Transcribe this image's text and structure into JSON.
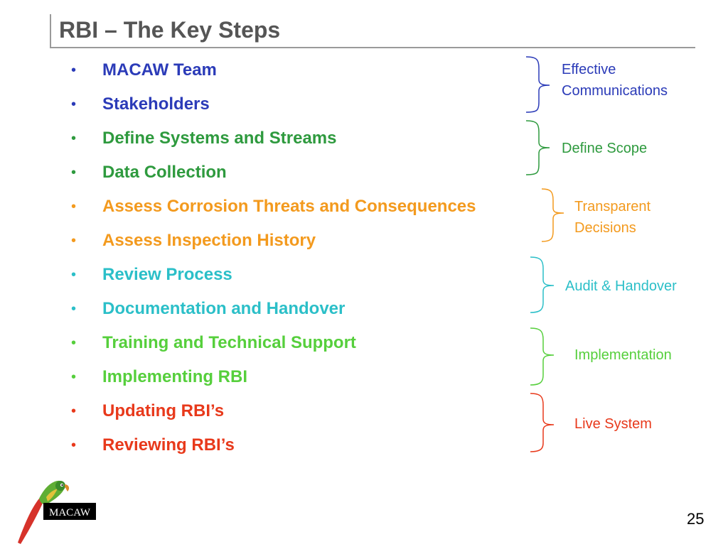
{
  "slide": {
    "title": "RBI – The Key Steps",
    "page_number": "25"
  },
  "colors": {
    "title": "#555555",
    "rule": "#9a9a9a",
    "blue": "#2b3bb8",
    "green": "#2e9a3e",
    "orange": "#f39a1e",
    "teal": "#2bbfc8",
    "light_green": "#56cf3c",
    "red": "#e8391b"
  },
  "steps": [
    {
      "bullet": "•",
      "label": "MACAW Team",
      "color": "#2b3bb8"
    },
    {
      "bullet": "•",
      "label": "Stakeholders",
      "color": "#2b3bb8"
    },
    {
      "bullet": "•",
      "label": "Define Systems and Streams",
      "color": "#2e9a3e"
    },
    {
      "bullet": "•",
      "label": "Data Collection",
      "color": "#2e9a3e"
    },
    {
      "bullet": "•",
      "label": "Assess Corrosion Threats and Consequences",
      "color": "#f39a1e"
    },
    {
      "bullet": "•",
      "label": "Assess Inspection History",
      "color": "#f39a1e"
    },
    {
      "bullet": "•",
      "label": "Review Process",
      "color": "#2bbfc8"
    },
    {
      "bullet": "•",
      "label": "Documentation and Handover",
      "color": "#2bbfc8"
    },
    {
      "bullet": "•",
      "label": "Training and Technical Support",
      "color": "#56cf3c"
    },
    {
      "bullet": "•",
      "label": "Implementing RBI",
      "color": "#56cf3c"
    },
    {
      "bullet": "•",
      "label": "Updating RBI’s",
      "color": "#e8391b"
    },
    {
      "bullet": "•",
      "label": "Reviewing RBI’s",
      "color": "#e8391b"
    }
  ],
  "groups": [
    {
      "label": "Effective\nCommunications",
      "color": "#2b3bb8"
    },
    {
      "label": "Define Scope",
      "color": "#2e9a3e"
    },
    {
      "label": "Transparent\nDecisions",
      "color": "#f39a1e"
    },
    {
      "label": "Audit & Handover",
      "color": "#2bbfc8"
    },
    {
      "label": "Implementation",
      "color": "#56cf3c"
    },
    {
      "label": "Live System",
      "color": "#e8391b"
    }
  ],
  "logo": {
    "text": "MACAW",
    "icon": "parrot-icon"
  }
}
